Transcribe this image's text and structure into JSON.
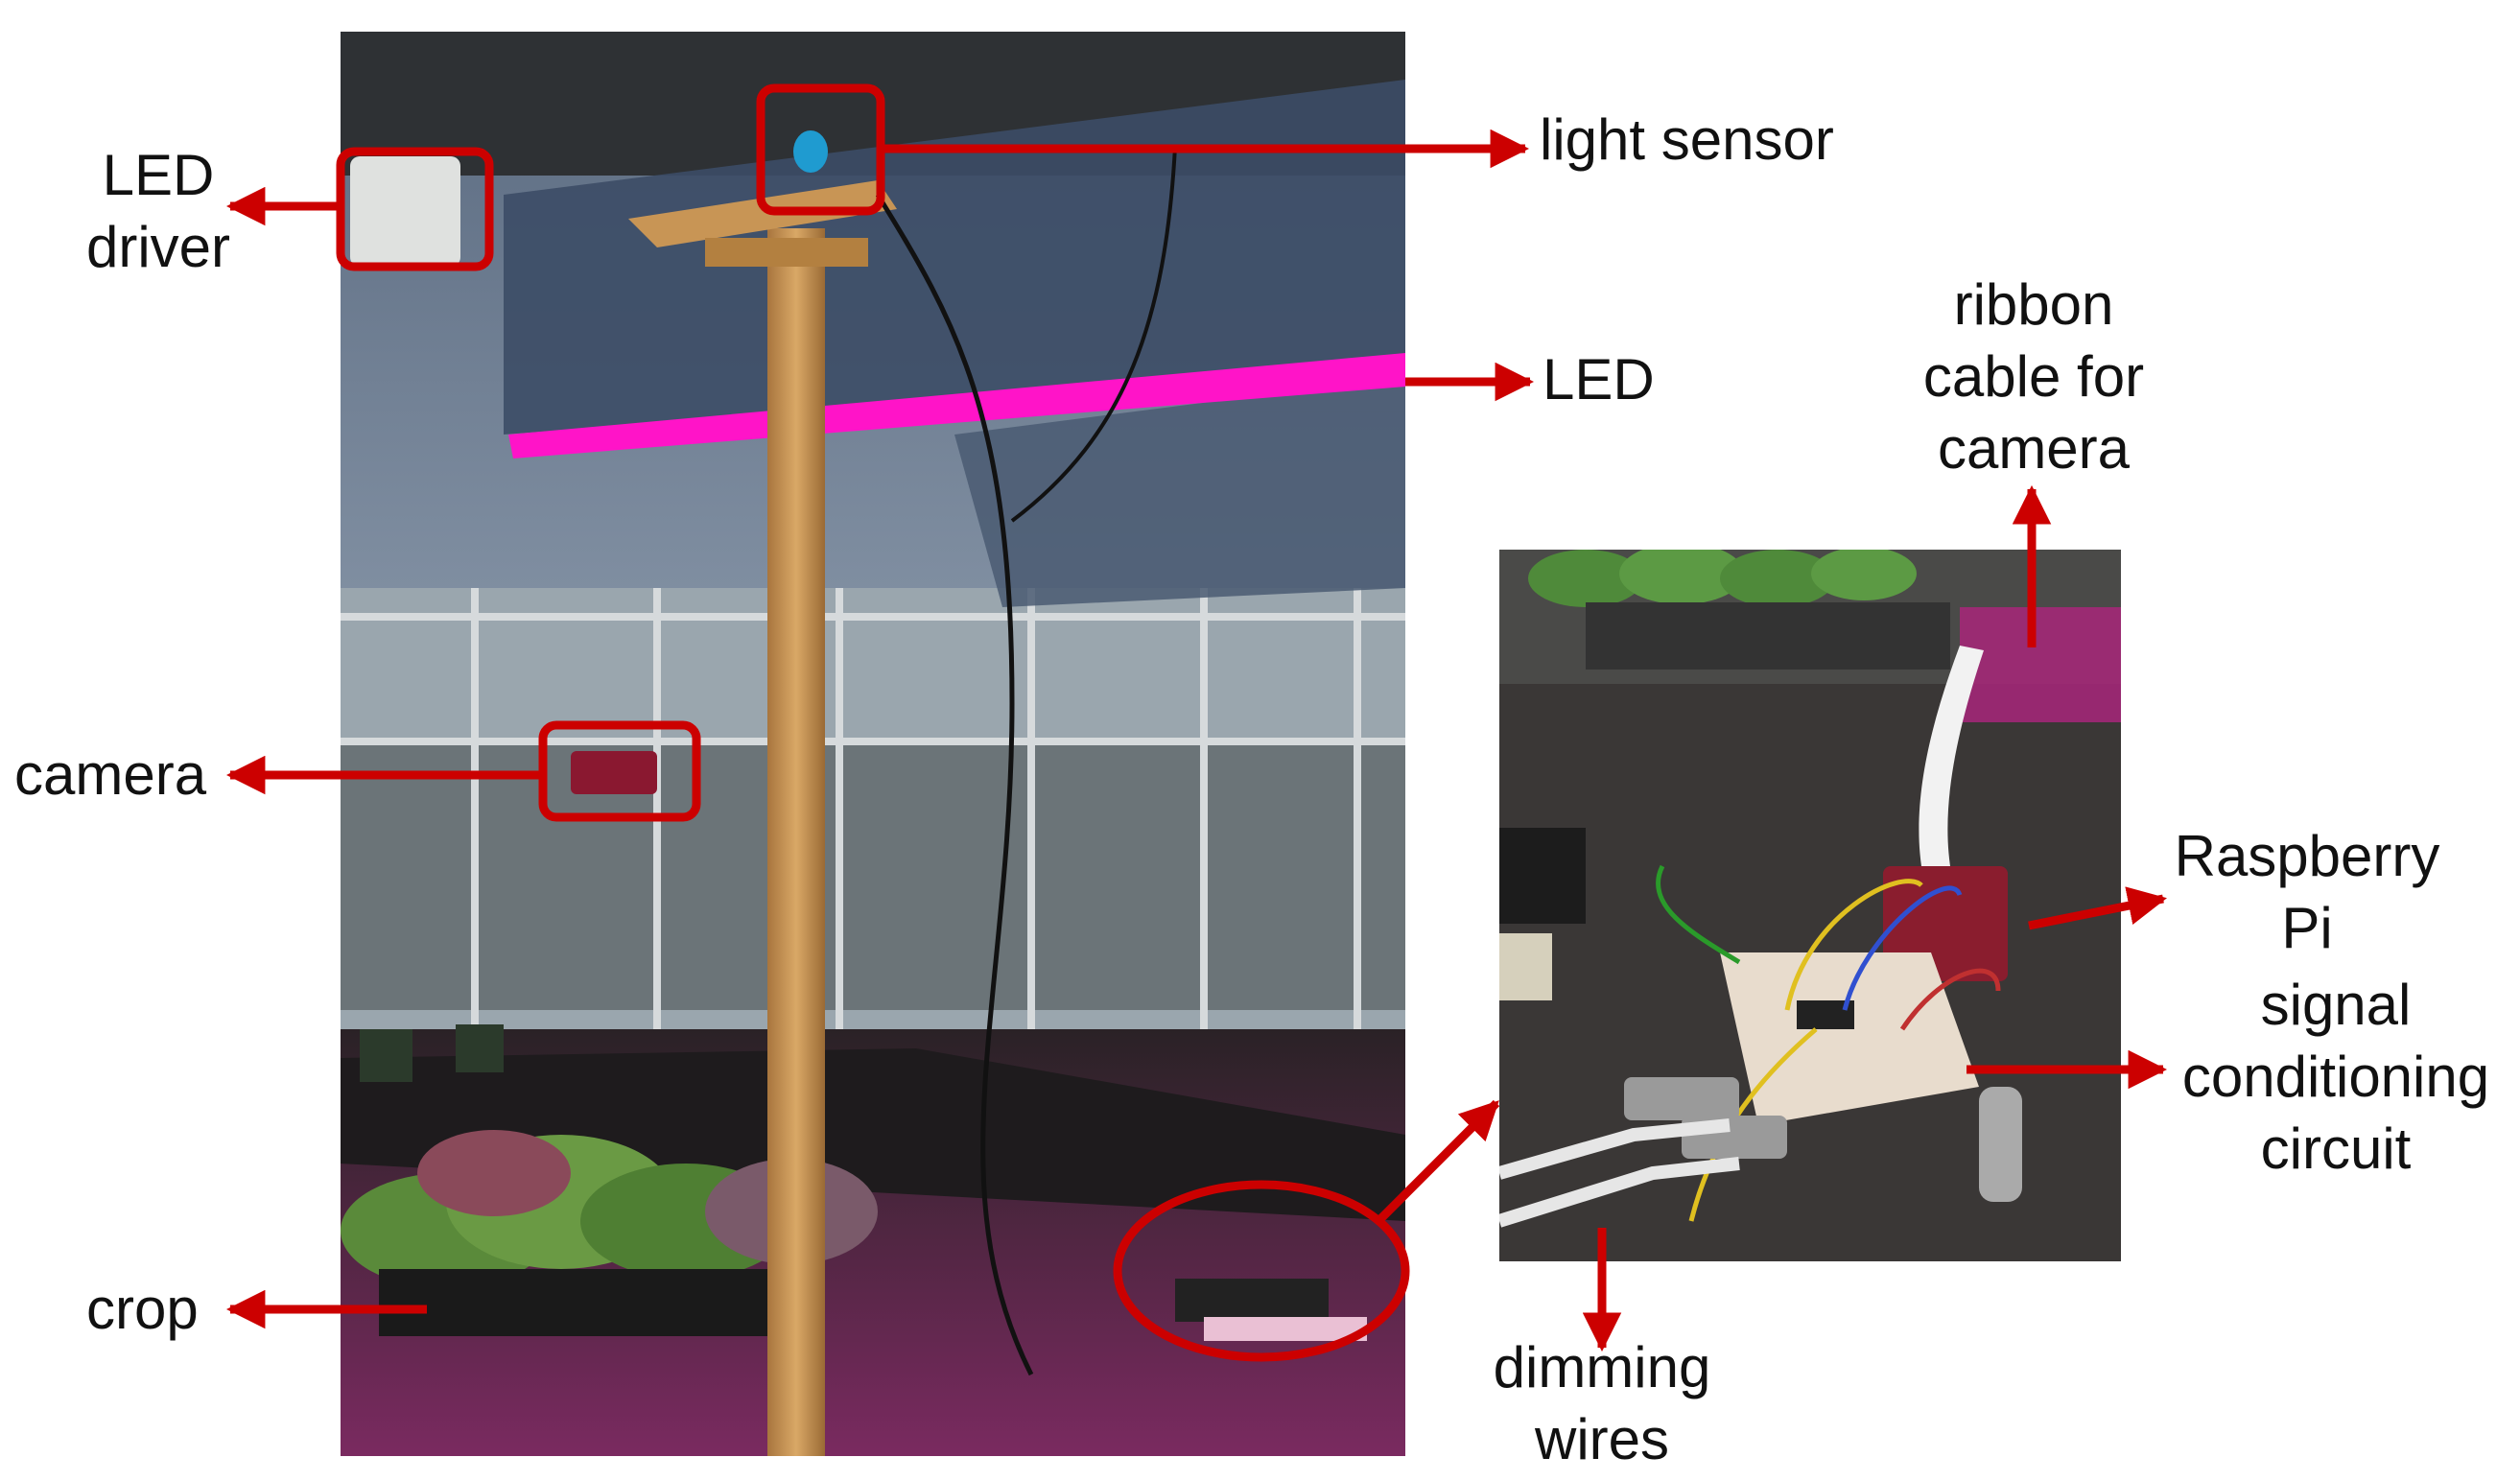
{
  "colors": {
    "annotation": "#cc0000",
    "background": "#ffffff",
    "led_strip": "#ff14c8",
    "label_text": "#111111"
  },
  "labels": {
    "led_driver": [
      "LED",
      "driver"
    ],
    "light_sensor": [
      "light sensor"
    ],
    "led": [
      "LED"
    ],
    "ribbon_cable": [
      "ribbon",
      "cable for",
      "camera"
    ],
    "camera": [
      "camera"
    ],
    "raspberry_pi": [
      "Raspberry",
      "Pi"
    ],
    "signal_conditioning": [
      "signal",
      "conditioning",
      "circuit"
    ],
    "crop": [
      "crop"
    ],
    "dimming_wires": [
      "dimming",
      "wires"
    ]
  }
}
